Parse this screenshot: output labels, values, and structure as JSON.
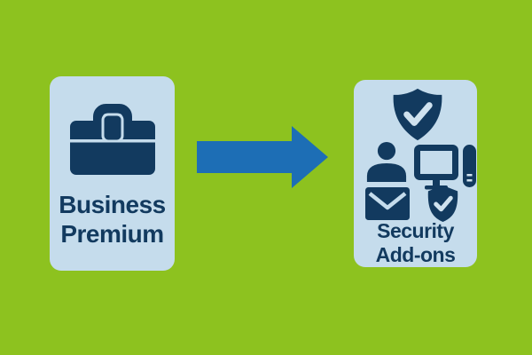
{
  "palette": {
    "background": "#8dc21f",
    "card_bg": "#c5dcec",
    "icon_navy": "#123a5f",
    "arrow_blue": "#1d6eb5",
    "check_light": "#cfe2ef"
  },
  "left_card": {
    "icon": "briefcase-icon",
    "lines": [
      "Business",
      "Premium"
    ]
  },
  "connector": {
    "icon": "right-arrow-icon",
    "direction": "right"
  },
  "right_card": {
    "icons": [
      "shield-check-icon",
      "person-icon",
      "desktop-and-pc-icon",
      "envelope-icon",
      "shield-check-small-icon"
    ],
    "lines": [
      "Security",
      "Add-ons"
    ]
  }
}
